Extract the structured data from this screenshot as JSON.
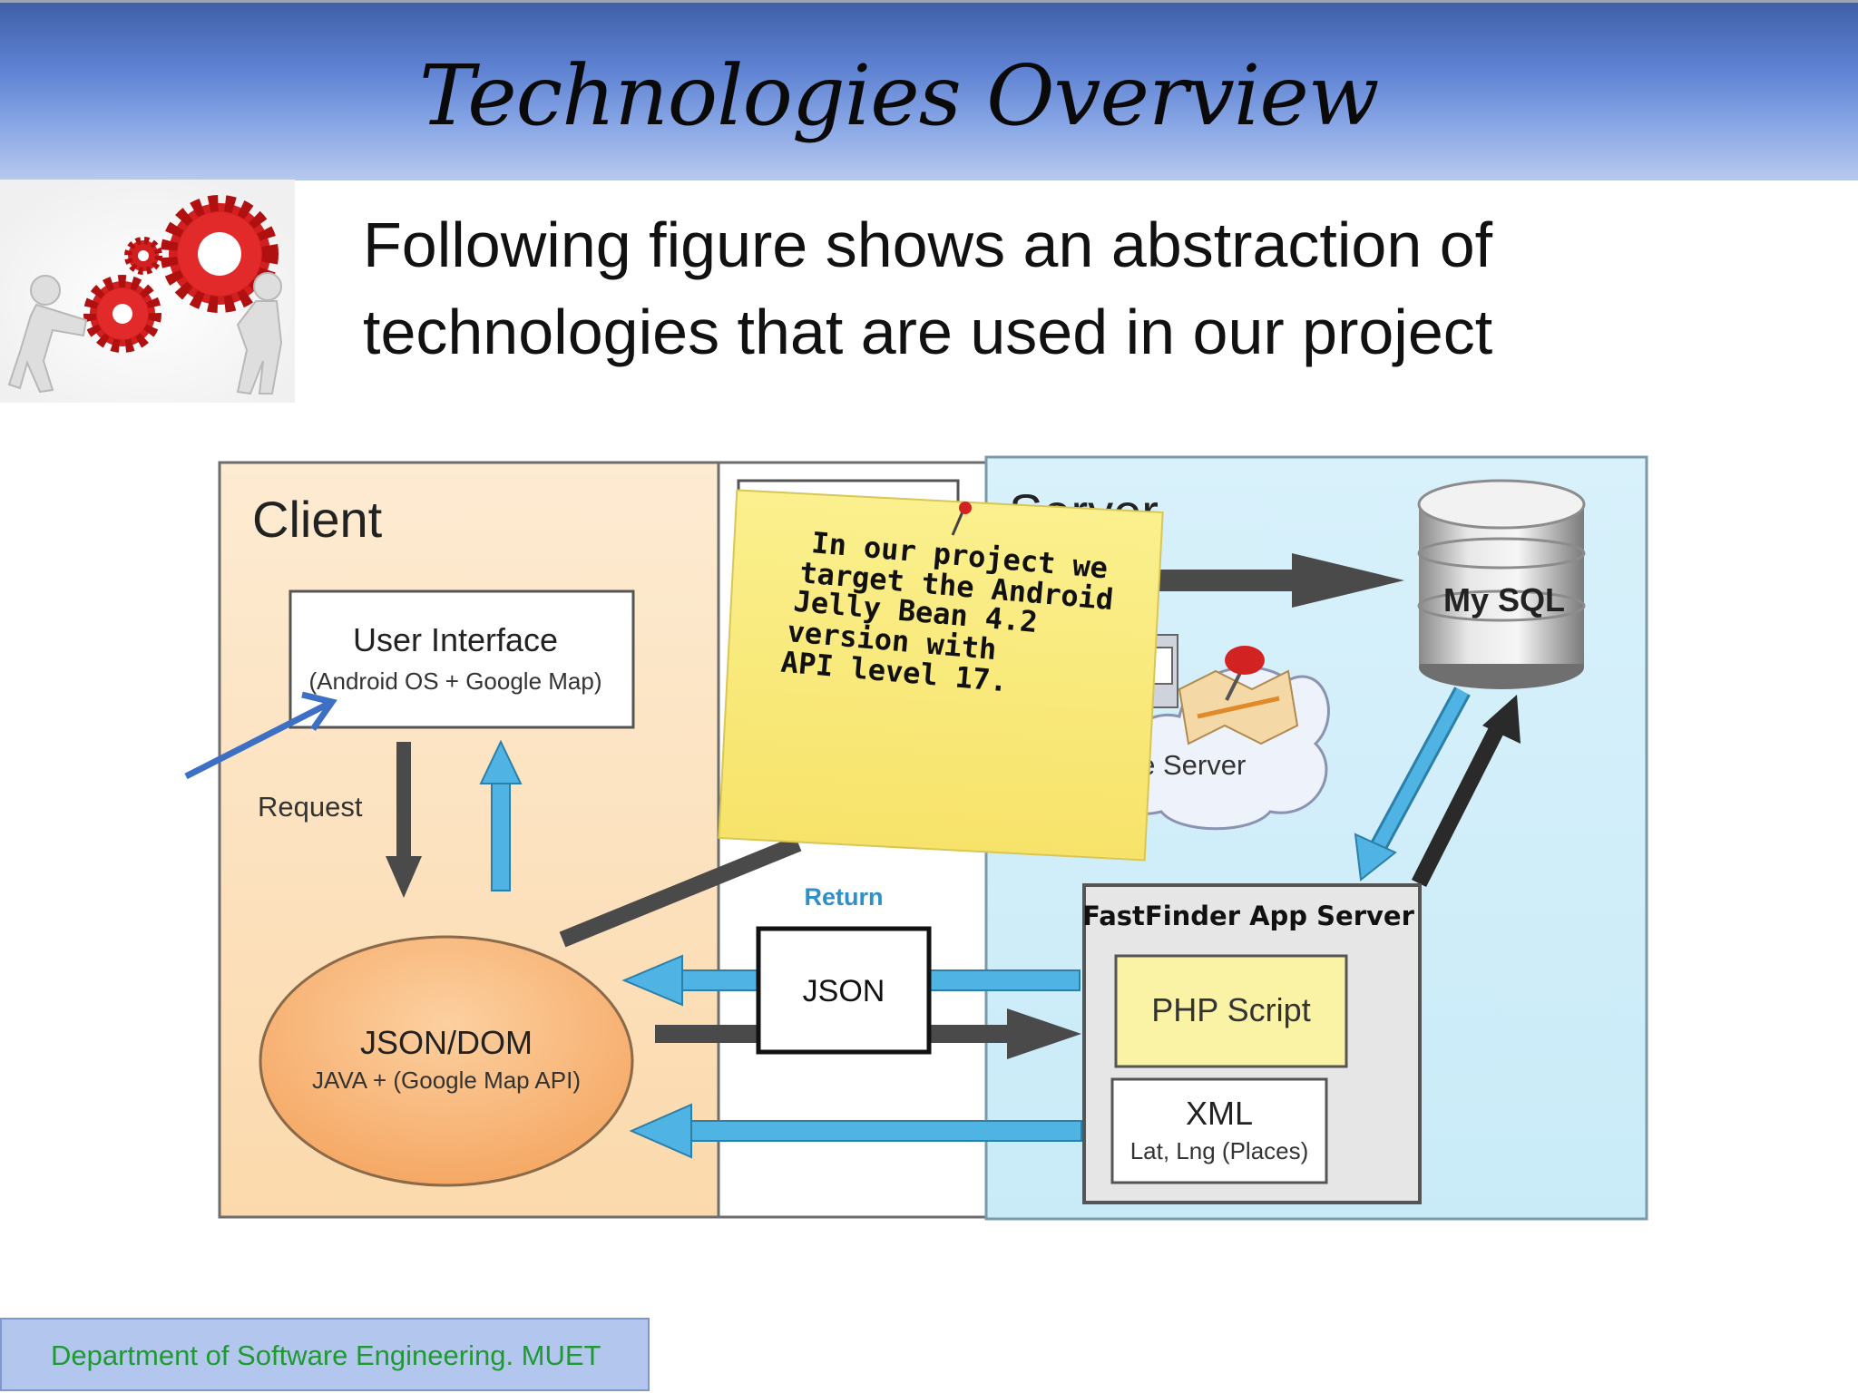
{
  "slide": {
    "title": "Technologies Overview",
    "intro_line1": "Following figure shows an abstraction of",
    "intro_line2": "technologies that are used in our project"
  },
  "diagram": {
    "client": {
      "label": "Client",
      "ui_title": "User Interface",
      "ui_sub": "(Android OS + Google Map)",
      "request_label": "Request",
      "json_dom_title": "JSON/DOM",
      "json_dom_sub": "JAVA + (Google Map API)"
    },
    "middle": {
      "return_label": "Return",
      "json_label": "JSON"
    },
    "server": {
      "label": "Server",
      "google_server_label": "gle Server",
      "mysql_label": "My SQL",
      "app_server_title": "FastFinder App Server",
      "php_label": "PHP Script",
      "xml_title": "XML",
      "xml_sub": "Lat, Lng (Places)"
    },
    "sticky_note": {
      "lines": [
        "In our project  we",
        "target the Android",
        "Jelly Bean 4.2",
        "version with",
        "API level 17."
      ]
    }
  },
  "footer": {
    "text": "Department of Software Engineering. MUET"
  },
  "colors": {
    "header_band": "#5f83d3",
    "client_bg": "#fde3c2",
    "server_bg": "#cfeef9",
    "sticky_note": "#fbef86",
    "blue_arrow": "#4fb3e3",
    "dark_arrow": "#3a3a3a",
    "footer_bg": "#b3c6ee",
    "footer_text": "#1f9a33"
  }
}
